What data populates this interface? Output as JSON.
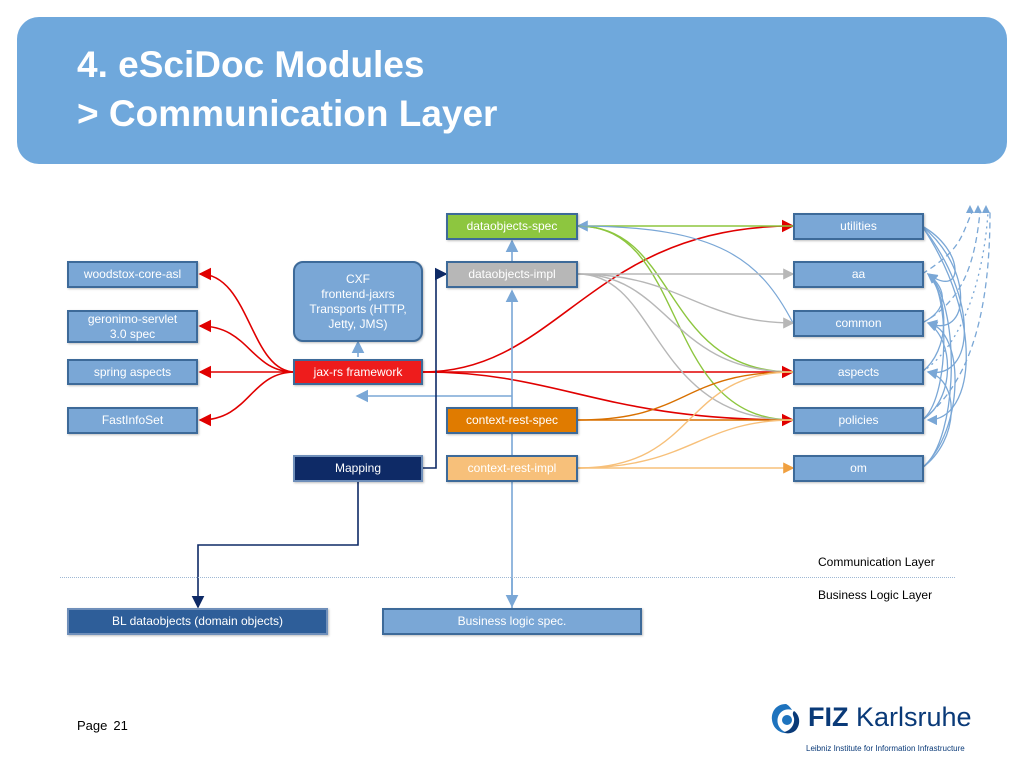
{
  "header": {
    "title_line1": "4. eSciDoc Modules",
    "title_line2": "> Communication Layer"
  },
  "nodes": {
    "dataobjects_spec": "dataobjects-spec",
    "dataobjects_impl": "dataobjects-impl",
    "context_rest_spec": "context-rest-spec",
    "context_rest_impl": "context-rest-impl",
    "cxf": "CXF\nfrontend-jaxrs\nTransports (HTTP,\nJetty, JMS)",
    "jaxrs_framework": "jax-rs framework",
    "mapping": "Mapping",
    "woodstox": "woodstox-core-asl",
    "geronimo": "geronimo-servlet\n3.0 spec",
    "spring_aspects": "spring aspects",
    "fastinfoset": "FastInfoSet",
    "utilities": "utilities",
    "aa": "aa",
    "common": "common",
    "aspects": "aspects",
    "policies": "policies",
    "om": "om",
    "bl_dataobjects": "BL dataobjects (domain objects)",
    "business_logic_spec": "Business logic spec."
  },
  "layers": {
    "communication": "Communication Layer",
    "business_logic": "Business Logic Layer"
  },
  "footer": {
    "page_label": "Page",
    "page_number": "21"
  },
  "logo": {
    "brand": "FIZ",
    "name": "Karlsruhe",
    "tagline": "Leibniz Institute for Information Infrastructure"
  },
  "colors": {
    "header": "#6fa8dc",
    "box": "#7aa7d6",
    "dataobjects_spec": "#8dc63f",
    "dataobjects_impl": "#b7b7b7",
    "jaxrs_framework": "#ee1c1c",
    "context_rest_spec": "#e07b00",
    "context_rest_impl": "#f7c07a",
    "mapping": "#0e2a66",
    "bl_dataobjects": "#2e5e99"
  }
}
